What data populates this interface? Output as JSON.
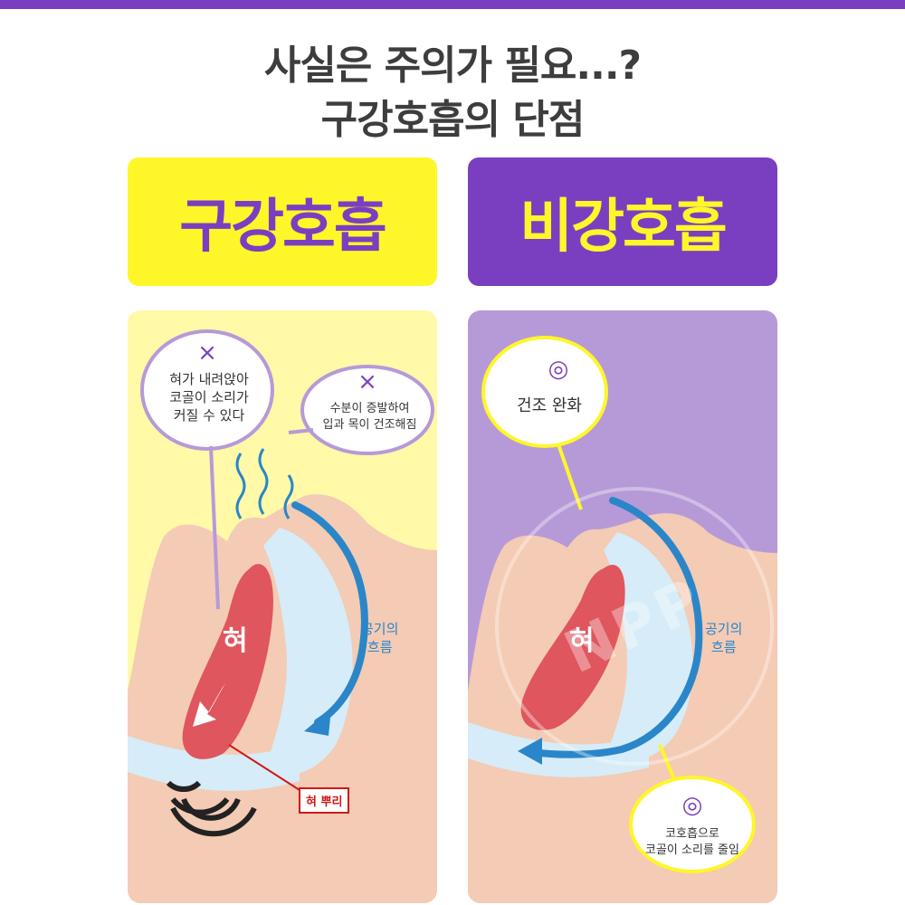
{
  "title": {
    "line1": "사실은 주의가 필요...?",
    "line2": "구강호흡의 단점"
  },
  "left": {
    "heading": "구강호흡",
    "bubble1": {
      "mark": "×",
      "text": "혀가 내려앉아\n코골이 소리가\n커질 수 있다"
    },
    "bubble2": {
      "mark": "×",
      "text": "수분이 증발하여\n입과 목이 건조해짐"
    },
    "tongue": "혀",
    "flow": "공기의\n흐름",
    "root": "혀 뿌리"
  },
  "right": {
    "heading": "비강호흡",
    "bubble1": {
      "mark": "◎",
      "text": "건조 완화"
    },
    "bubble2": {
      "mark": "◎",
      "text": "코호흡으로\n코골이 소리를 줄임"
    },
    "tongue": "혀",
    "flow": "공기의\n흐름",
    "watermark": "NPP"
  },
  "colors": {
    "accent_purple": "#7a3fc0",
    "accent_yellow": "#fff62a",
    "air_flow_blue": "#2a86c8",
    "tongue_red": "#e0565e",
    "skin": "#f4cbb4"
  }
}
